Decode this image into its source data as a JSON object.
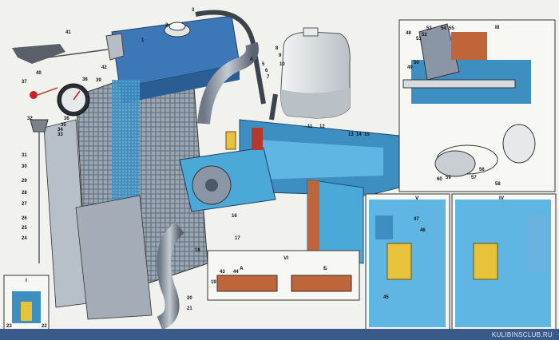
{
  "watermark": "KULIBINSCLUB.RU",
  "insets": {
    "panel_I": "I",
    "panel_III": "III",
    "panel_IV": "IV",
    "panel_V": "V",
    "panel_VI": "VI",
    "sub_A": "A",
    "sub_B": "Б"
  },
  "callouts": [
    "1",
    "2",
    "3",
    "4",
    "5",
    "6",
    "7",
    "8",
    "9",
    "10",
    "11",
    "12",
    "13",
    "14",
    "15",
    "16",
    "17",
    "18",
    "19",
    "20",
    "21",
    "22",
    "23",
    "24",
    "25",
    "26",
    "27",
    "28",
    "29",
    "30",
    "31",
    "32",
    "33",
    "34",
    "35",
    "36",
    "37",
    "38",
    "39",
    "40",
    "41",
    "42",
    "43",
    "44",
    "45",
    "46",
    "47",
    "48",
    "49",
    "50",
    "51",
    "52",
    "53",
    "54",
    "55",
    "56",
    "57",
    "58",
    "59",
    "60"
  ],
  "colors": {
    "coolant": "#4aa9d6",
    "coolant_dark": "#2c6f9e",
    "metal": "#8a96a6",
    "metal_dark": "#4e5866",
    "thermostat": "#e8c23a",
    "rubber": "#c0653a",
    "tank": "#dfe3e6"
  }
}
